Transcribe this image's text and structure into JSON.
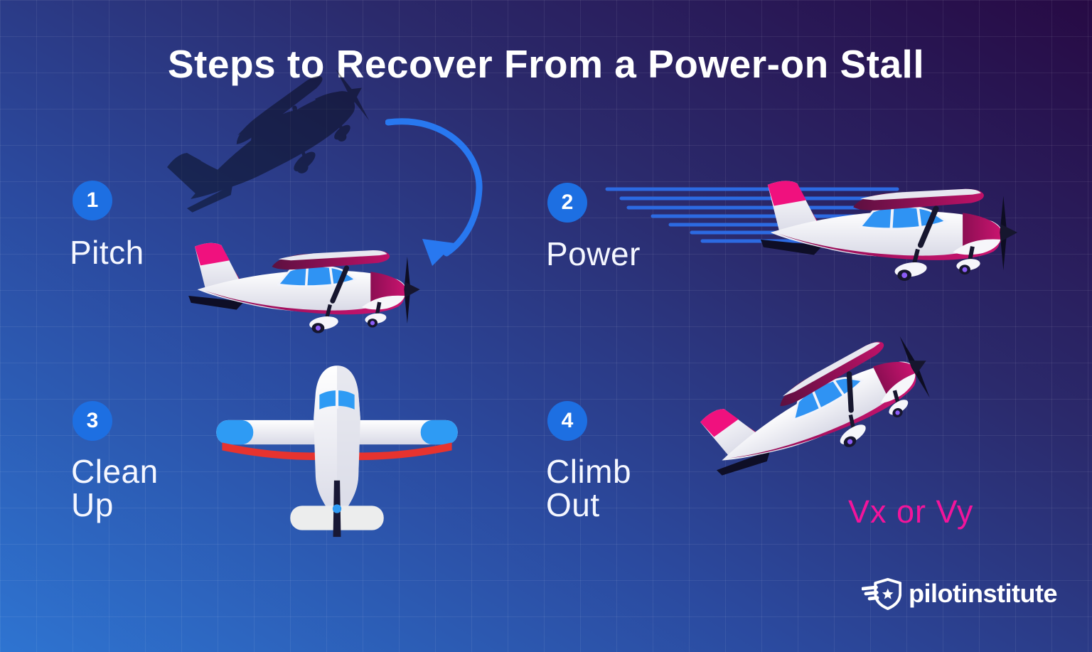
{
  "title": "Steps to Recover From a Power-on Stall",
  "steps": [
    {
      "number": "1",
      "label": "Pitch",
      "illustration": "stalled-airplane-shadow-with-recovery-arrow-and-level-airplane"
    },
    {
      "number": "2",
      "label": "Power",
      "illustration": "airplane-level-flight-with-speed-lines"
    },
    {
      "number": "3",
      "label": "Clean Up",
      "illustration": "airplane-top-view"
    },
    {
      "number": "4",
      "label": "Climb Out",
      "annotation": "Vx or Vy",
      "illustration": "airplane-climbing"
    }
  ],
  "logo": {
    "brand": "pilotinstitute"
  },
  "colors": {
    "badge_blue": "#1d6fe2",
    "arrow_blue": "#2878f0",
    "speed_line_blue": "#2c6ae2",
    "accent_pink": "#f2149b",
    "magenta": "#b3125f",
    "canopy_blue": "#2f93f3",
    "wing_red": "#e6332f",
    "background_top_right": "#270a44",
    "background_bottom_left": "#2e74d1",
    "text_white": "#ffffff"
  }
}
